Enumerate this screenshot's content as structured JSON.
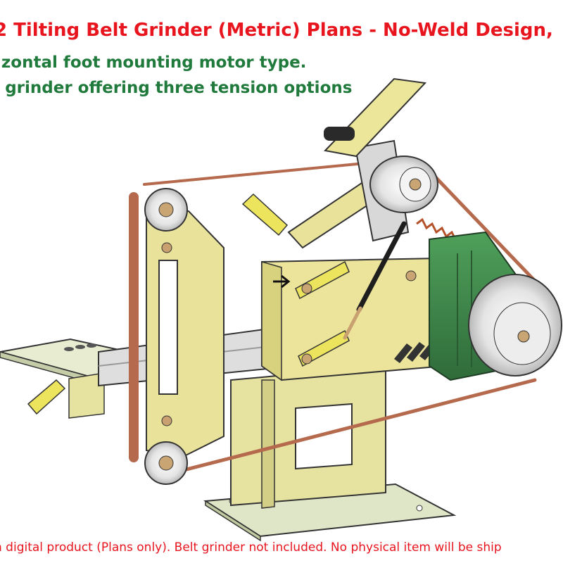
{
  "heading": {
    "line1": "2 Tilting Belt Grinder (Metric) Plans - No-Weld Design,",
    "line2": "izontal foot mounting motor type.",
    "line3": ": grinder offering three tension options"
  },
  "footer": {
    "notice": "n digital product (Plans only). Belt grinder not included. No physical item will be ship"
  },
  "colors": {
    "title_red": "#e8141e",
    "subtitle_green": "#1f7a3c",
    "plate_yellow": "#eae48e",
    "motor_green": "#3f8a4a",
    "belt_brown": "#b5694d"
  }
}
